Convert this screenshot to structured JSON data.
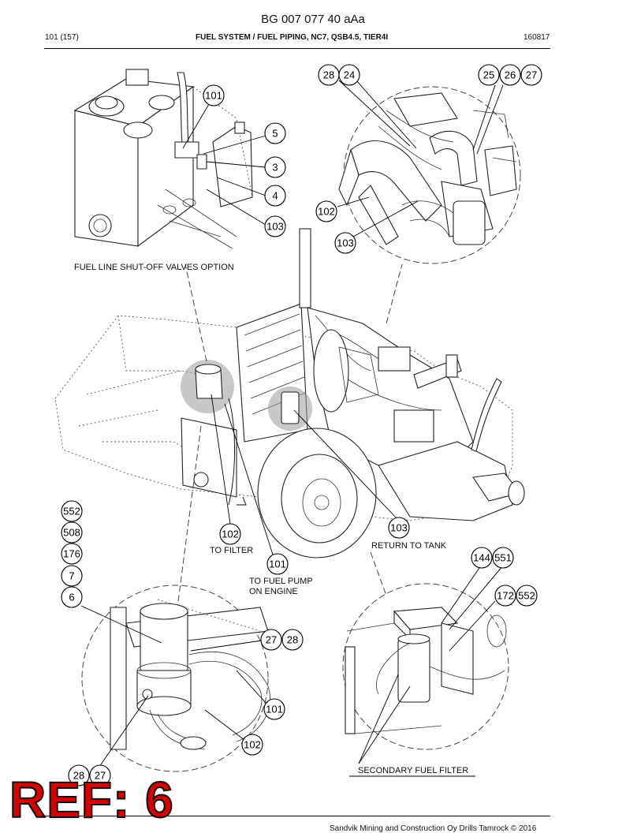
{
  "header": {
    "doc_id": "BG 007 077 40 aAa",
    "page": "101 (157)",
    "section": "FUEL SYSTEM / FUEL PIPING, NC7, QSB4.5, TIER4I",
    "date_code": "160817"
  },
  "labels": {
    "shutoff_option": "FUEL LINE SHUT-OFF VALVES OPTION",
    "to_filter": "TO FILTER",
    "to_fuel_pump": "TO FUEL PUMP\nON ENGINE",
    "return_to_tank": "RETURN TO TANK",
    "secondary_filter": "SECONDARY FUEL FILTER"
  },
  "callouts": {
    "top_left": [
      "101",
      "5",
      "3",
      "4",
      "103"
    ],
    "top_right": [
      "28",
      "24",
      "25",
      "26",
      "27",
      "102",
      "103"
    ],
    "center": [
      "102",
      "101",
      "103"
    ],
    "bottom_left_stack": [
      "552",
      "508",
      "176",
      "7",
      "6"
    ],
    "bottom_left": [
      "27",
      "28",
      "101",
      "102",
      "28",
      "27"
    ],
    "bottom_right": [
      "144",
      "551",
      "172",
      "552"
    ]
  },
  "footer": {
    "copyright": "Sandvik Mining and Construction Oy Drills Tamrock © 2016"
  },
  "stamp": {
    "text": "REF: 6",
    "color": "#d50000"
  }
}
